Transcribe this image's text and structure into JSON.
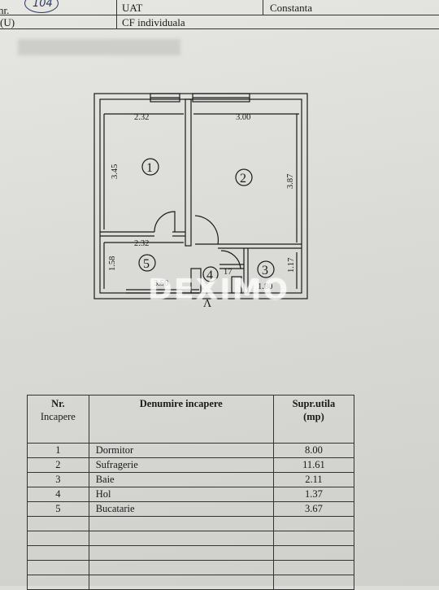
{
  "header": {
    "label_nr": "nr.",
    "label_u": "(U)",
    "handwritten_number": "104",
    "uat_label": "UAT",
    "uat_value": "Constanta",
    "cf_label": "CF individuala"
  },
  "plan": {
    "dimensions": {
      "r1_width": "2.32",
      "r2_width": "3.00",
      "r1_height": "3.45",
      "r2_height": "3.87",
      "r5_width": "2.32",
      "r5_height": "1.58",
      "bottom_width": "3.50",
      "r3_height": "1.17",
      "r3_width": "1.80",
      "r4_width": "17"
    },
    "room_labels": [
      "1",
      "2",
      "3",
      "4",
      "5"
    ],
    "north_arrow": "Λ",
    "watermark": "DEXIMO"
  },
  "table": {
    "headers": {
      "nr": "Nr.",
      "nr2": "Incapere",
      "name": "Denumire incapere",
      "area": "Supr.utila",
      "area2": "(mp)"
    },
    "rows": [
      {
        "nr": "1",
        "name": "Dormitor",
        "area": "8.00"
      },
      {
        "nr": "2",
        "name": "Sufragerie",
        "area": "11.61"
      },
      {
        "nr": "3",
        "name": "Baie",
        "area": "2.11"
      },
      {
        "nr": "4",
        "name": "Hol",
        "area": "1.37"
      },
      {
        "nr": "5",
        "name": "Bucatarie",
        "area": "3.67"
      }
    ]
  }
}
